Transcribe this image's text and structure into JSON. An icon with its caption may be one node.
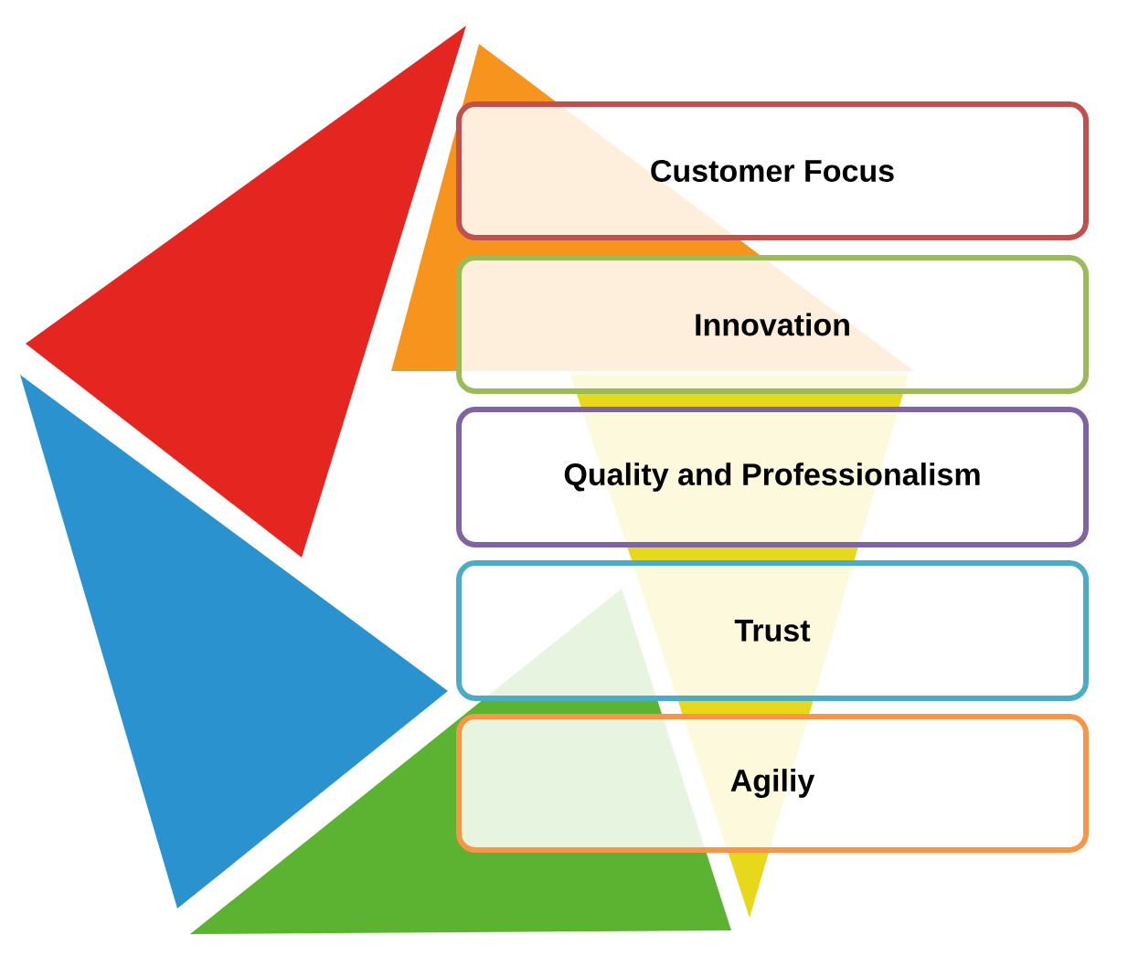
{
  "diagram": {
    "nodes": [
      {
        "text": [
          "Customer Focus"
        ]
      },
      {
        "text": [
          "Innovation"
        ]
      },
      {
        "text": [
          "Quality and Professionalism"
        ]
      },
      {
        "text": [
          "Trust"
        ]
      },
      {
        "text": [
          "Agiliy"
        ]
      }
    ]
  }
}
